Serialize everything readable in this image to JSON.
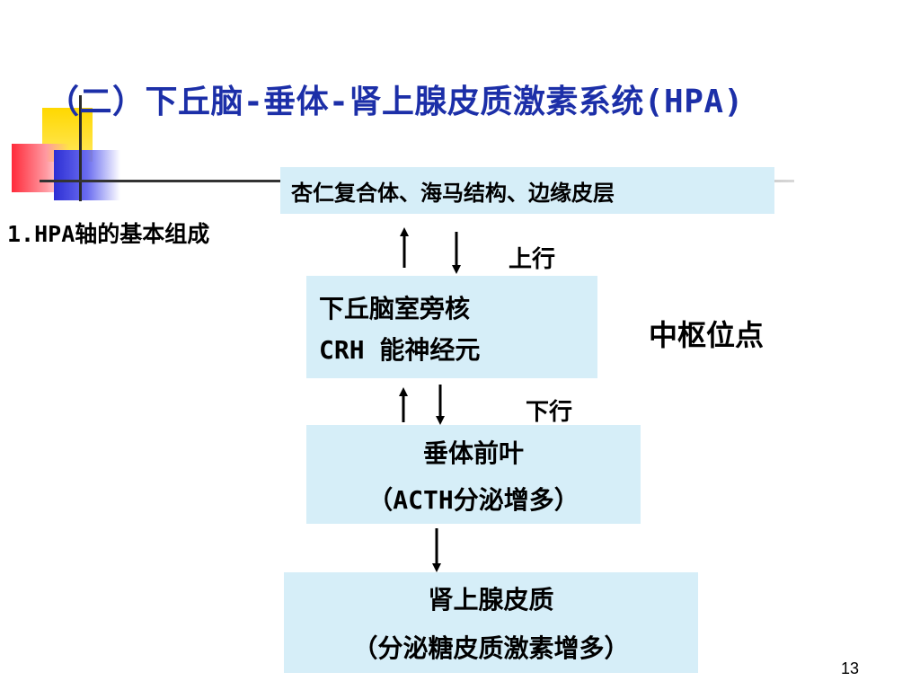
{
  "title": "（二）下丘脑-垂体-肾上腺皮质激素系统(HPA)",
  "subtitle": "1.HPA轴的基本组成",
  "boxes": {
    "limbic": "杏仁复合体、海马结构、边缘皮层",
    "hypothalamus": {
      "line1": "下丘脑室旁核",
      "line2": "CRH 能神经元"
    },
    "pituitary": {
      "line1": "垂体前叶",
      "line2": "（ACTH分泌增多）"
    },
    "adrenal": {
      "line1": "肾上腺皮质",
      "line2": "（分泌糖皮质激素增多）"
    }
  },
  "labels": {
    "ascending": "上行",
    "descending": "下行",
    "center_point": "中枢位点"
  },
  "page_number": "13",
  "colors": {
    "title": "#1c2fa8",
    "box_fill": "#d6eef8"
  }
}
